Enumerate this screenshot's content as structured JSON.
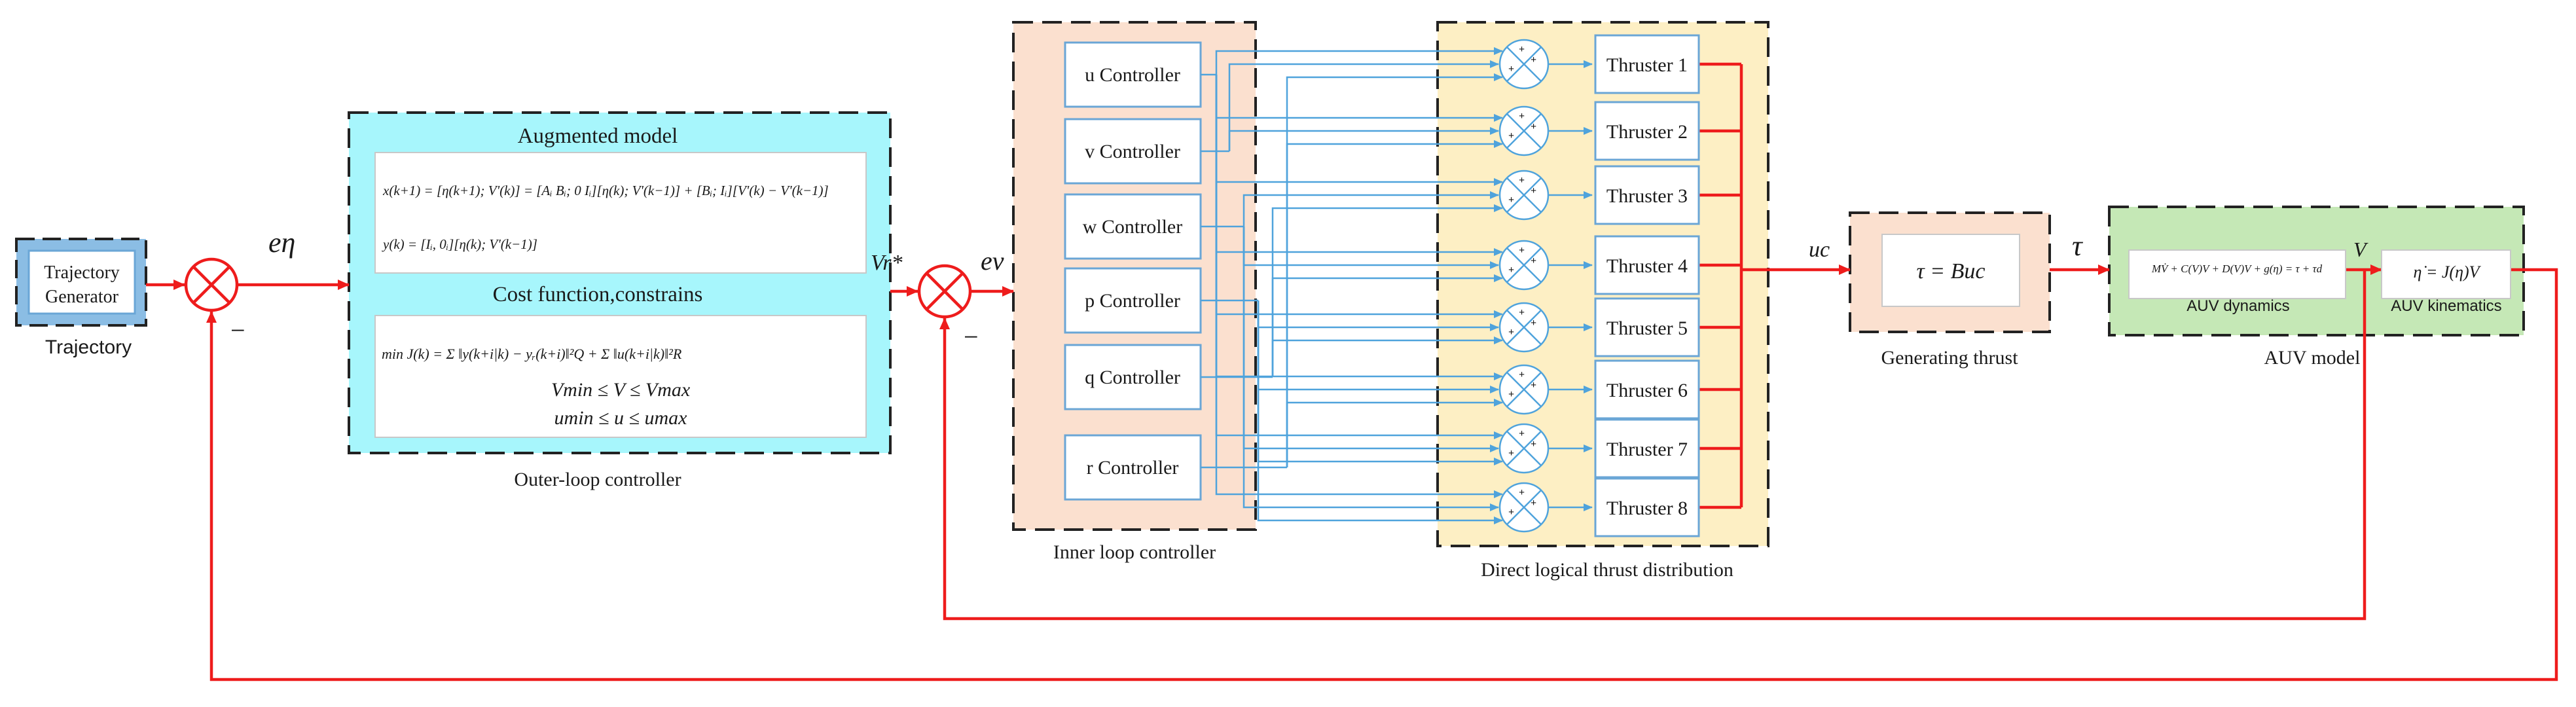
{
  "trajectory": {
    "generator": [
      "Trajectory",
      "Generator"
    ],
    "caption": "Trajectory"
  },
  "outer_loop": {
    "augmented_title": "Augmented model",
    "eq_state": "x(k+1) = [η(k+1); V'(k)] = [Aᵢ Bᵢ; 0 Iᵢ][η(k); V'(k−1)] + [Bᵢ; Iᵢ][V'(k) − V'(k−1)]",
    "eq_output": "y(k) = [Iᵢ, 0ᵢ][η(k); V'(k−1)]",
    "cost_title": "Cost function,constrains",
    "eq_cost": "min J(k) = Σ ‖y(k+i|k) − yᵣ(k+i)‖²Q + Σ ‖u(k+i|k)‖²R",
    "eq_vcon": "Vmin ≤ V ≤ Vmax",
    "eq_ucon": "umin ≤ u ≤ umax",
    "caption": "Outer-loop controller"
  },
  "signals": {
    "e_eta": "eη",
    "vr": "Vr*",
    "e_v": "ev",
    "u_c": "uc",
    "tau": "τ",
    "v": "V",
    "minus": "−"
  },
  "inner_loop": {
    "controllers": [
      "u Controller",
      "v Controller",
      "w Controller",
      "p Controller",
      "q Controller",
      "r Controller"
    ],
    "caption": "Inner loop controller"
  },
  "distribution": {
    "thrusters": [
      "Thruster 1",
      "Thruster 2",
      "Thruster 3",
      "Thruster 4",
      "Thruster 5",
      "Thruster 6",
      "Thruster 7",
      "Thruster 8"
    ],
    "caption": "Direct logical thrust distribution"
  },
  "generating": {
    "eq": "τ = Buc",
    "caption": "Generating thrust"
  },
  "auv": {
    "dyn_eq": "MV̇ + C(V)V + D(V)V + g(η) = τ + τd",
    "dyn_label": "AUV dynamics",
    "kin_eq": "η̇ = J(η)V",
    "kin_label": "AUV kinematics",
    "caption": "AUV model"
  },
  "colors": {
    "red_line": "#ee1c1c",
    "blue_line": "#4fa3dc",
    "cyan_fill": "#a7f6fc",
    "peach_fill": "#fbe0cf",
    "yellow_fill": "#fdefc4",
    "green_fill": "#c5e8b6"
  }
}
